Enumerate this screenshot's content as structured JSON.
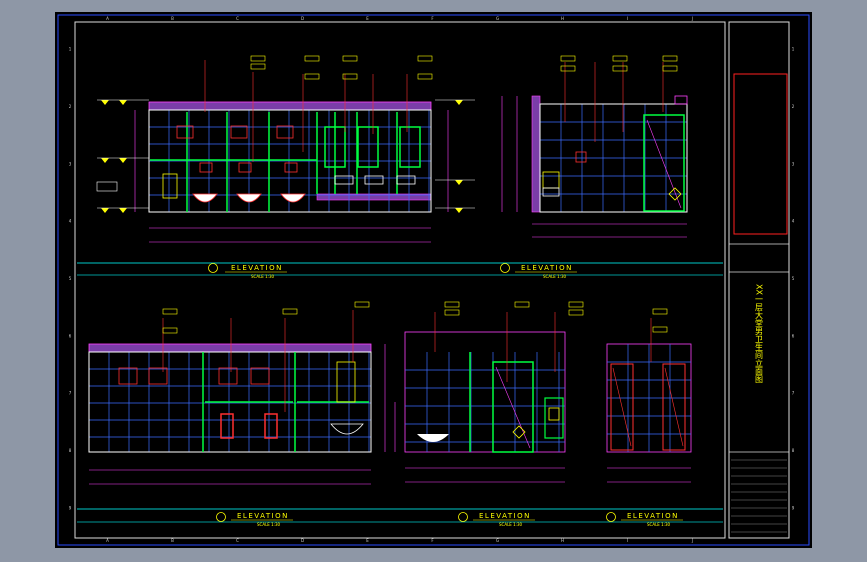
{
  "drawing": {
    "grid_cols": [
      "A",
      "B",
      "C",
      "D",
      "E",
      "F",
      "G",
      "H",
      "I",
      "J"
    ],
    "grid_rows": [
      "1",
      "2",
      "3",
      "4",
      "5",
      "6",
      "7",
      "8",
      "9"
    ],
    "views": [
      {
        "title": "ELEVATION",
        "scale": "SCALE 1:30"
      },
      {
        "title": "ELEVATION",
        "scale": "SCALE 1:30"
      },
      {
        "title": "ELEVATION",
        "scale": "SCALE 1:30"
      },
      {
        "title": "ELEVATION",
        "scale": "SCALE 1:30"
      },
      {
        "title": "ELEVATION",
        "scale": "SCALE 1:30"
      }
    ],
    "title_block": {
      "vertical_title": "XX一层大堂男卫生间立面图"
    }
  }
}
